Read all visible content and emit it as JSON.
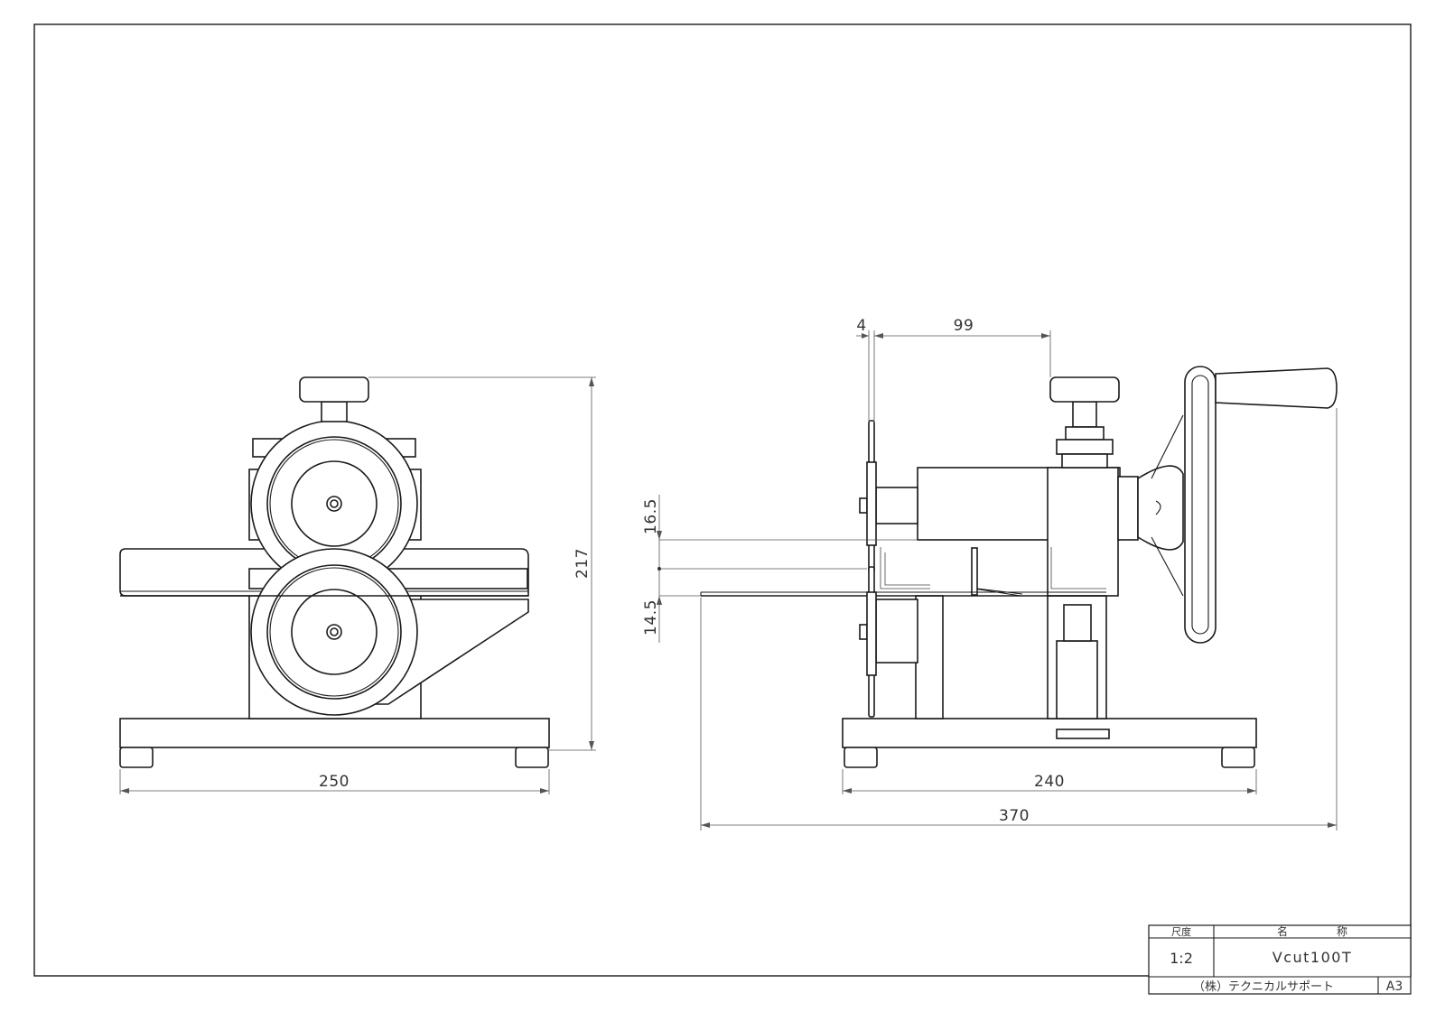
{
  "dimensions": {
    "front_width": "250",
    "front_height": "217",
    "side_base": "240",
    "side_overall": "370",
    "blade_thick": "4",
    "blade_to_body": "99",
    "upper_gap": "16.5",
    "lower_gap": "14.5"
  },
  "title_block": {
    "scale_label": "尺度",
    "scale_value": "1:2",
    "name_label_1": "名",
    "name_label_2": "称",
    "model_name": "Vcut100T",
    "company": "（株）テクニカルサポート",
    "sheet_size": "A3"
  }
}
